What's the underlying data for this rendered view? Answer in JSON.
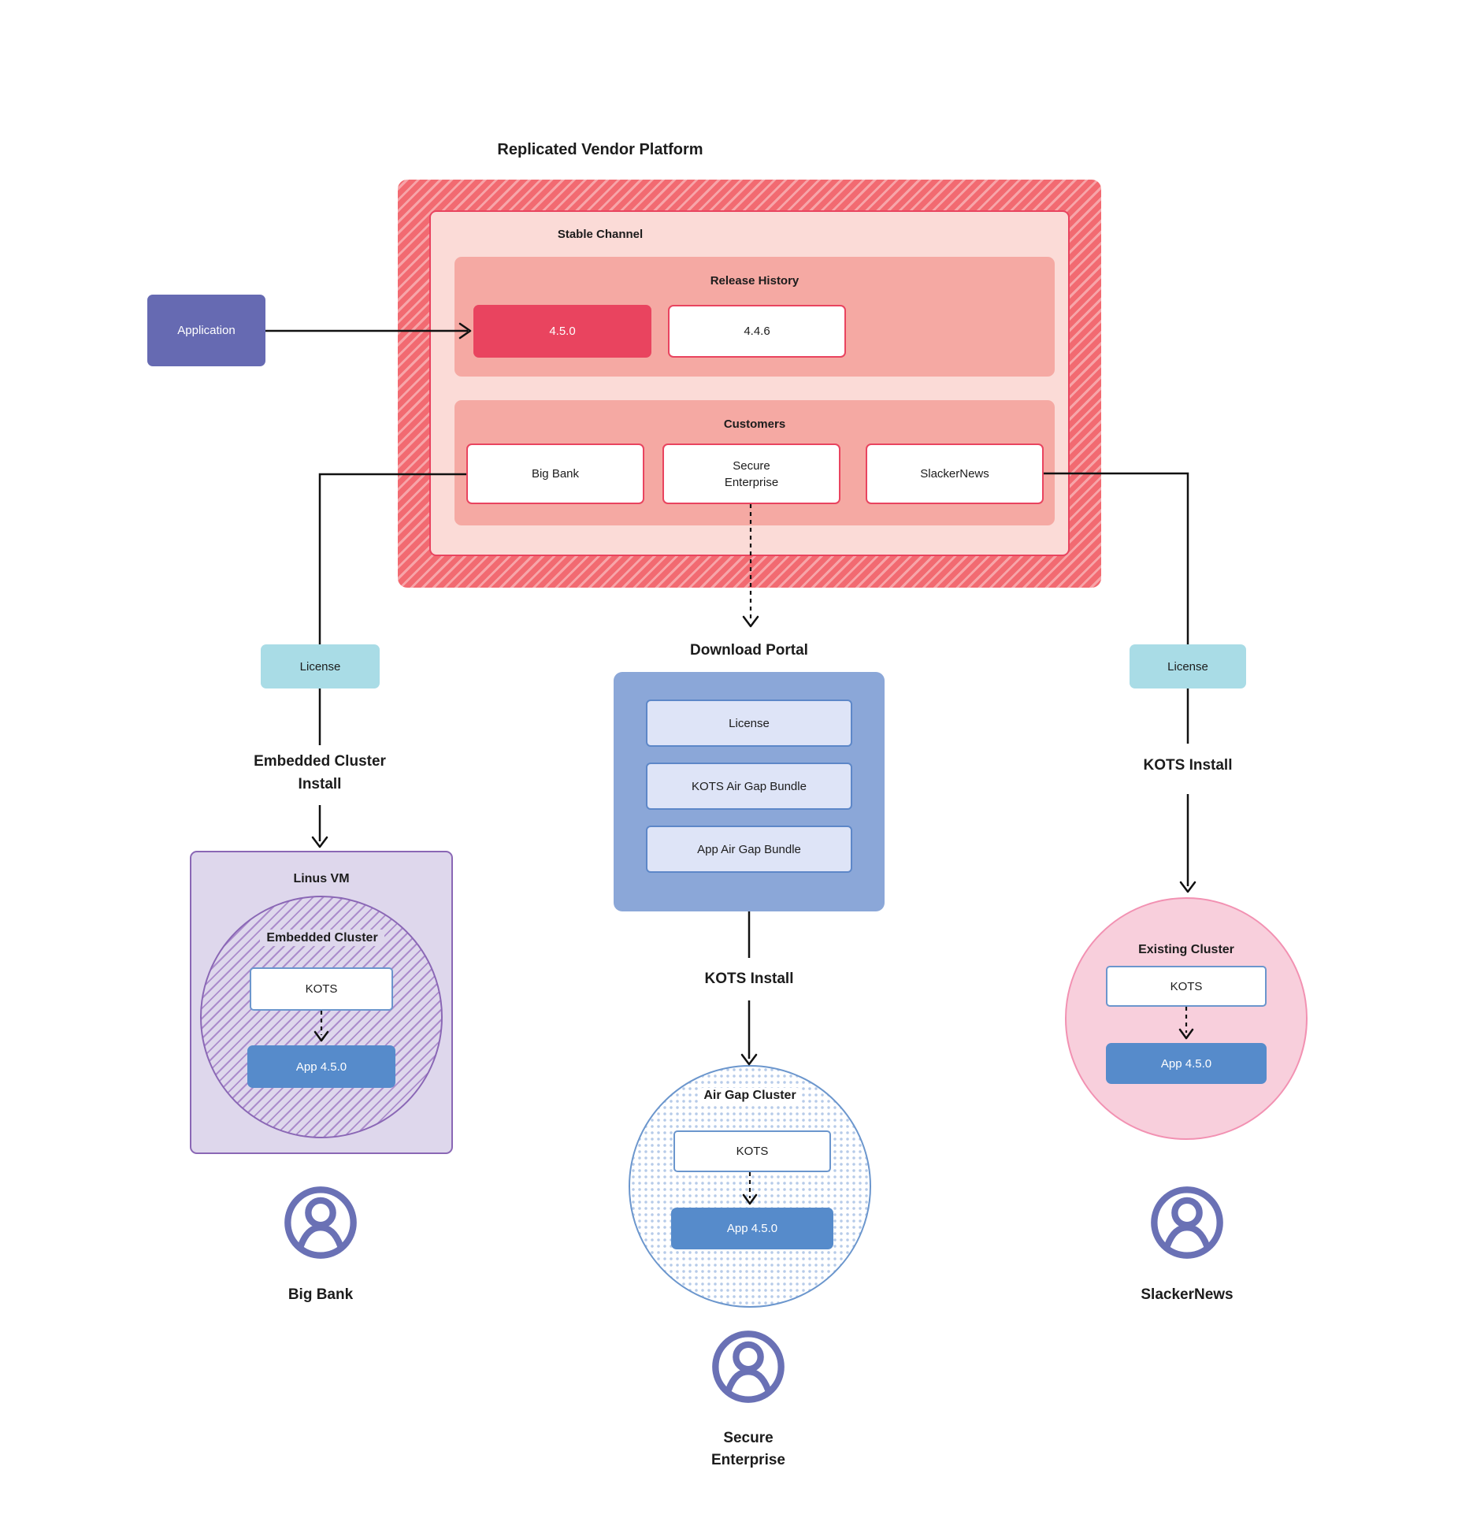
{
  "title": "Replicated Vendor Platform",
  "application": {
    "label": "Application"
  },
  "platform": {
    "stable_channel_label": "Stable Channel",
    "release_history": {
      "label": "Release History",
      "releases": [
        {
          "version": "4.5.0",
          "highlighted": true
        },
        {
          "version": "4.4.6",
          "highlighted": false
        }
      ]
    },
    "customers": {
      "label": "Customers",
      "items": [
        "Big Bank",
        "Secure\nEnterprise",
        "SlackerNews"
      ]
    }
  },
  "left_flow": {
    "license_label": "License",
    "install_label": "Embedded Cluster\nInstall",
    "vm": {
      "label": "Linus VM",
      "cluster_label": "Embedded Cluster",
      "kots_label": "KOTS",
      "app_label": "App 4.5.0"
    },
    "user_label": "Big Bank",
    "user_icon": "user-icon"
  },
  "center_flow": {
    "portal_label": "Download Portal",
    "portal_items": [
      "License",
      "KOTS Air Gap Bundle",
      "App Air Gap Bundle"
    ],
    "install_label": "KOTS Install",
    "cluster": {
      "label": "Air Gap Cluster",
      "kots_label": "KOTS",
      "app_label": "App 4.5.0"
    },
    "user_label": "Secure\nEnterprise",
    "user_icon": "user-icon"
  },
  "right_flow": {
    "license_label": "License",
    "install_label": "KOTS Install",
    "cluster": {
      "label": "Existing Cluster",
      "kots_label": "KOTS",
      "app_label": "App 4.5.0"
    },
    "user_label": "SlackerNews",
    "user_icon": "user-icon"
  },
  "colors": {
    "accent_red": "#e9445f",
    "hatch_red": "#f26a71",
    "hatch_red_light": "#f7a5a9",
    "pink_light": "#fbdbd7",
    "pink_medium": "#f5a9a3",
    "application_purple": "#666ab2",
    "license_teal": "#a9dce6",
    "portal_blue": "#8ba7d8",
    "portal_item_blue": "#dee4f7",
    "app_blue": "#568bcb",
    "vm_lavender": "#ded7ec",
    "vm_purple_border": "#8a67b5",
    "existing_pink": "#f8cfdc",
    "existing_pink_border": "#f291b2",
    "avatar_purple": "#6a71b5"
  }
}
